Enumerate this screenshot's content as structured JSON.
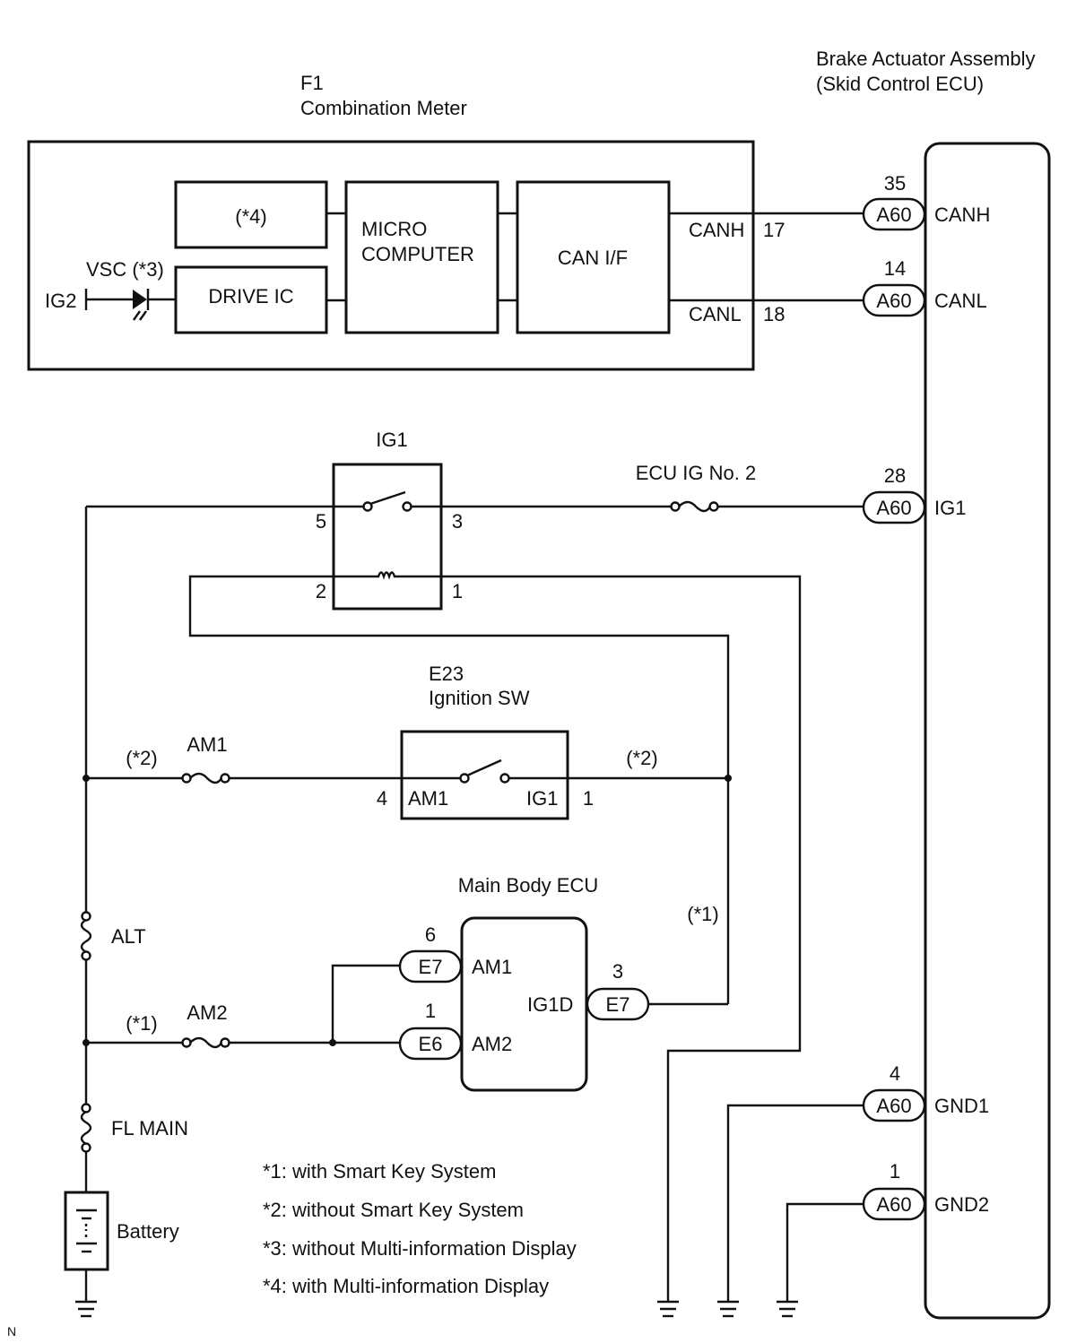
{
  "combination_meter": {
    "id": "F1",
    "name": "Combination Meter",
    "block_star4": "(*4)",
    "micro_line1": "MICRO",
    "micro_line2": "COMPUTER",
    "can_if": "CAN I/F",
    "drive_ic": "DRIVE IC",
    "vsc": "VSC (*3)",
    "ig2": "IG2",
    "canh_label": "CANH",
    "canh_pin": "17",
    "canl_label": "CANL",
    "canl_pin": "18"
  },
  "brake_actuator": {
    "title_line1": "Brake Actuator Assembly",
    "title_line2": "(Skid Control ECU)",
    "connectors": [
      {
        "pin": "35",
        "code": "A60",
        "signal": "CANH"
      },
      {
        "pin": "14",
        "code": "A60",
        "signal": "CANL"
      },
      {
        "pin": "28",
        "code": "A60",
        "signal": "IG1"
      },
      {
        "pin": "4",
        "code": "A60",
        "signal": "GND1"
      },
      {
        "pin": "1",
        "code": "A60",
        "signal": "GND2"
      }
    ]
  },
  "ig1_relay": {
    "name": "IG1",
    "pin5": "5",
    "pin3": "3",
    "pin2": "2",
    "pin1": "1"
  },
  "ecu_ig_fuse": "ECU IG No. 2",
  "ignition_sw": {
    "id": "E23",
    "name": "Ignition SW",
    "am1": "AM1",
    "ig1": "IG1",
    "pin4": "4",
    "pin1": "1"
  },
  "am1_fuse": "AM1",
  "am1_note_left": "(*2)",
  "am1_note_right": "(*2)",
  "main_body_ecu": {
    "name": "Main Body ECU",
    "am1": "AM1",
    "am2": "AM2",
    "ig1d": "IG1D",
    "conn_am1": {
      "pin": "6",
      "code": "E7"
    },
    "conn_am2": {
      "pin": "1",
      "code": "E6"
    },
    "conn_ig1d": {
      "pin": "3",
      "code": "E7"
    }
  },
  "ig1d_note": "(*1)",
  "alt_fuse": "ALT",
  "am2_fuse": "AM2",
  "am2_note": "(*1)",
  "fl_main_fuse": "FL MAIN",
  "battery": "Battery",
  "notes": [
    "*1: with Smart Key System",
    "*2: without Smart Key System",
    "*3: without Multi-information Display",
    "*4: with Multi-information Display"
  ],
  "corner_mark": "N"
}
